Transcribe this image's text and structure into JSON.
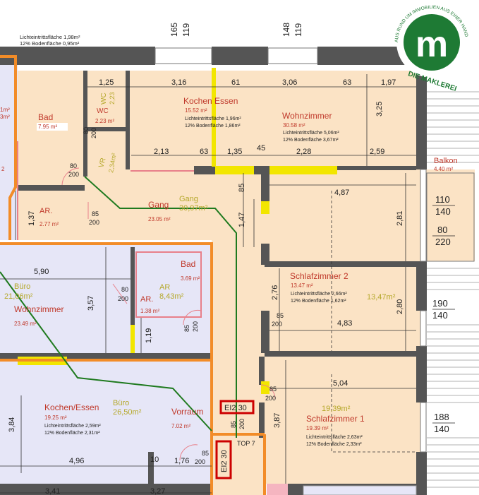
{
  "header_note": {
    "line1": "Lichteintrittsfläche 1,98m²",
    "line2": "12% Bodenfläche 0,95m²"
  },
  "window_dims": {
    "w1_width": "165",
    "w1_height": "119",
    "w2_width": "148",
    "w2_height": "119"
  },
  "logo": {
    "letter": "m",
    "ring_text": "AUS RUND UM IMMOBILIEN AUS EINER HAND",
    "tagline": "DIE MAKLEREI"
  },
  "colors": {
    "apartment_fill": "#fbe3c5",
    "neighbor_fill": "#e6e6f7",
    "wall": "#555555",
    "window": "#f2e600",
    "label": "#c0392b",
    "olive": "#b5a82a",
    "unit_border": "#f28c28",
    "escape_route": "#1f7a1f"
  },
  "rooms": {
    "bad_left": {
      "name": "Bad",
      "area": "7.95 m²"
    },
    "wc": {
      "name": "WC",
      "area": "2.23 m²",
      "alt_area": "2,23"
    },
    "ar_left": {
      "name": "AR.",
      "area": "2.77 m²"
    },
    "vr": {
      "name": "VR",
      "alt_area": "2,34m²"
    },
    "kochen_essen_top": {
      "name": "Kochen Essen",
      "area": "15.52 m²",
      "light": "Lichteintrittsfläche 1,96m²",
      "floor": "12% Bodenfläche 1,86m²"
    },
    "wohnzimmer_top": {
      "name": "Wohnzimmer",
      "area": "30.58 m²",
      "light": "Lichteintrittsfläche 5,06m²",
      "floor": "12% Bodenfläche 3,67m²"
    },
    "gang": {
      "name": "Gang",
      "area": "23.05 m²",
      "alt_name": "Gang",
      "alt_area": "30,97m²"
    },
    "balkon": {
      "name": "Balkon",
      "area": "4.40 m²"
    },
    "schlafzimmer2": {
      "name": "Schlafzimmer 2",
      "area": "13.47 m²",
      "light": "Lichteintrittsfläche 2,66m²",
      "floor": "12% Bodenfläche 1,62m²",
      "alt_area": "13,47m²"
    },
    "schlafzimmer1": {
      "name": "Schlafzimmer 1",
      "area": "19.39 m²",
      "light": "Lichteintrittsfläche 2,63m²",
      "floor": "12% Bodenfläche 2,33m²",
      "alt_area": "19,39m²"
    },
    "buero_top": {
      "alt_name": "Büro",
      "alt_area": "21,06m²"
    },
    "wohnzimmer_left": {
      "name": "Wohnzimmer",
      "area": "23.49 m²"
    },
    "bad_mid": {
      "name": "Bad",
      "area": "3.69 m²"
    },
    "ar_mid": {
      "name": "AR.",
      "area": "1.38 m²",
      "alt": "AR",
      "alt_area": "8,43m²"
    },
    "kochen_essen_bottom": {
      "name": "Kochen/Essen",
      "area": "19.25 m²",
      "light": "Lichteintrittsfläche 2,59m²",
      "floor": "12% Bodenfläche 2,31m²"
    },
    "buero_bottom": {
      "alt_name": "Büro",
      "alt_area": "26,50m²"
    },
    "vorraum": {
      "name": "Vorraum",
      "area": "7.02 m²"
    },
    "top_label": "TOP 7",
    "partial_left_1": "1m²",
    "partial_left_2": "3m²",
    "partial_left_3": "2"
  },
  "doors": {
    "d_bad_w": "80",
    "d_bad_h": "200",
    "d_ar_w": "85",
    "d_ar_h": "200",
    "d_ar2_w": "80",
    "d_ar2_h": "200",
    "d_bad2_w": "85",
    "d_bad2_h": "200",
    "d_sz2_w": "85",
    "d_sz2_h": "200",
    "d_sz1_w": "85",
    "d_sz1_h": "200",
    "d_entry_w": "85",
    "d_entry_h": "200",
    "d_vorraum_w": "85",
    "d_vorraum_h": "200",
    "d_wc_w": "80",
    "d_wc_h": "200"
  },
  "windows_right": {
    "balkon_w": "110",
    "balkon_h": "140",
    "balkon_door_w": "80",
    "balkon_door_h": "220",
    "sz2_w": "190",
    "sz2_h": "140",
    "sz1_w": "188",
    "sz1_h": "140"
  },
  "fire_doors": {
    "label1": "EI2 30",
    "label2": "EI2 30"
  },
  "dimensions": {
    "d125": "1,25",
    "d316": "3,16",
    "d61": "61",
    "d306": "3,06",
    "d63a": "63",
    "d197": "1,97",
    "d325": "3,25",
    "d213": "2,13",
    "d63b": "63",
    "d135": "1,35",
    "d45": "45",
    "d228": "2,28",
    "d259": "2,59",
    "d487": "4,87",
    "d85a": "85",
    "d137": "1,37",
    "d147": "1,47",
    "d281": "2,81",
    "d590": "5,90",
    "d357": "3,57",
    "d276": "2,76",
    "d280": "2,80",
    "d483": "4,83",
    "d119": "1,19",
    "d504": "5,04",
    "d384": "3,84",
    "d387": "3,87",
    "d496": "4,96",
    "d10": "10",
    "d176": "1,76",
    "d341": "3,41",
    "d327": "3,27"
  }
}
